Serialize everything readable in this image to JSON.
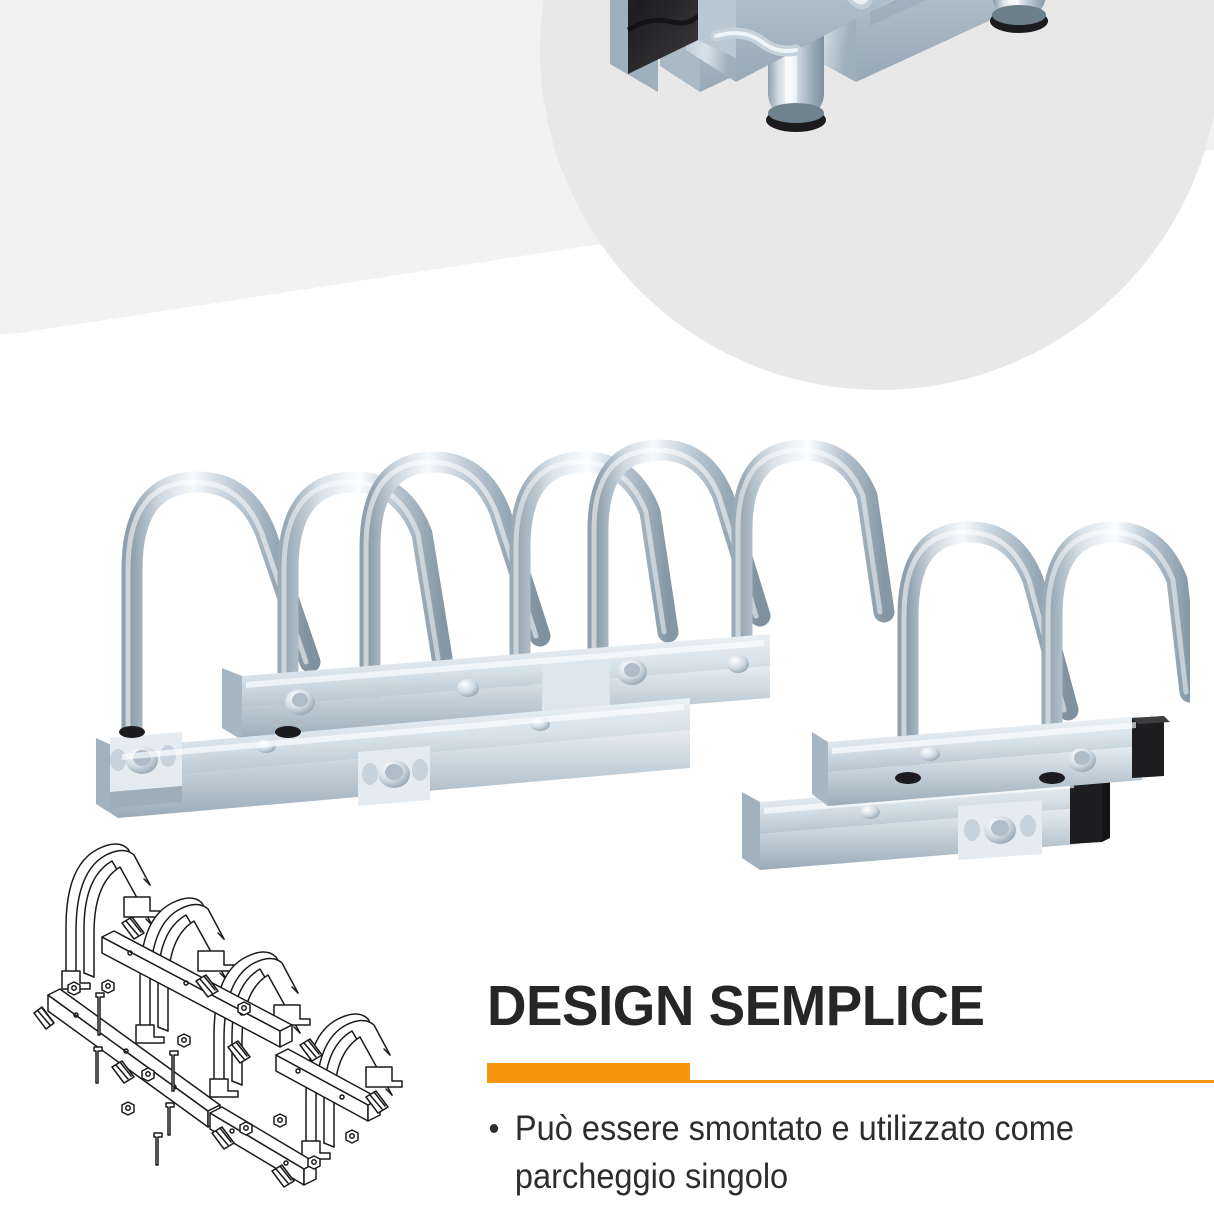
{
  "slide": {
    "language": "it",
    "background_color": "#FFFFFF",
    "accent_color": "#F7940D",
    "text_color": "#262628",
    "panel_gray": "#E8E8E9",
    "band_gray": "#F2F2F2"
  },
  "headline": {
    "text": "DESIGN SEMPLICE"
  },
  "bullets": [
    {
      "text": "Può essere smontato e utilizzato come parcheggio singolo"
    }
  ],
  "images": {
    "detail_closeup": {
      "caption": "close-up of galvanized steel rail end cap with hex bolt and rubber foot",
      "shape": "circle",
      "background": "#E8E8E9"
    },
    "hero_product": {
      "caption": "galvanized steel four-hoop bicycle floor rack separated into two sections"
    },
    "exploded_diagram": {
      "caption": "line-art exploded assembly diagram of bike rack: hoops, rails, bolts, nuts"
    }
  }
}
